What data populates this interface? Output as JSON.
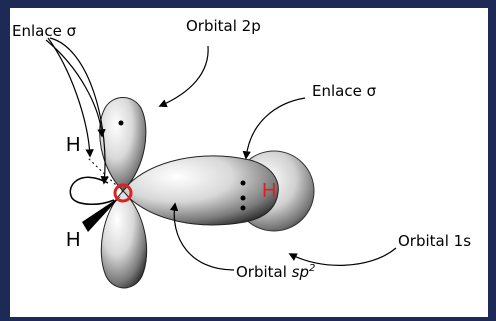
{
  "labels": {
    "bond_sigma_left": "Enlace σ",
    "orbital_2p": "Orbital 2p",
    "bond_sigma_right": "Enlace σ",
    "orbital_1s": "Orbital 1s",
    "orbital_sp2_prefix": "Orbital ",
    "orbital_sp2_main": "sp",
    "orbital_sp2_sup": "2"
  },
  "atoms": {
    "h_upper": "H",
    "h_lower": "H",
    "h_bonded": "H"
  },
  "colors": {
    "frame": "#1d2a55",
    "panel": "#ffffff",
    "carbon_ring": "#e02020",
    "h_bonded": "#e02020",
    "text": "#000000"
  }
}
